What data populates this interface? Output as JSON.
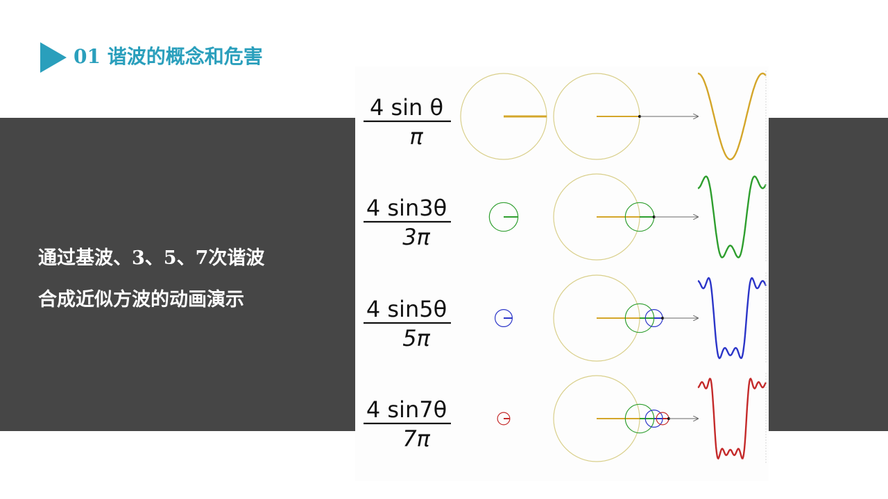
{
  "header": {
    "title": "01 谐波的概念和危害"
  },
  "caption": {
    "line1": "通过基波、3、5、7次谐波",
    "line2": "合成近似方波的动画演示"
  },
  "figure": {
    "rows": [
      {
        "numerator": "4 sin θ",
        "denominator": "π",
        "color": "#d4a62a",
        "harmonic": 1
      },
      {
        "numerator": "4 sin3θ",
        "denominator": "3π",
        "color": "#2e9e2e",
        "harmonic": 3
      },
      {
        "numerator": "4 sin5θ",
        "denominator": "5π",
        "color": "#2b35c8",
        "harmonic": 5
      },
      {
        "numerator": "4 sin7θ",
        "denominator": "7π",
        "color": "#c42a2a",
        "harmonic": 7
      }
    ],
    "circle_color": "#d9cf8a",
    "arrow_color": "#666666"
  }
}
